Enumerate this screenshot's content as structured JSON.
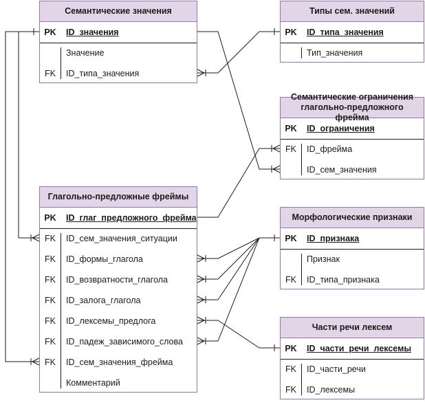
{
  "entities": [
    {
      "title": "Семантические значения",
      "rows": [
        {
          "key": "PK",
          "name": "ID_значения",
          "pk": true
        },
        {
          "key": "",
          "name": "Значение"
        },
        {
          "key": "FK",
          "name": "ID_типа_значения"
        }
      ]
    },
    {
      "title": "Типы сем. значений",
      "rows": [
        {
          "key": "PK",
          "name": "ID_типа_значения",
          "pk": true
        },
        {
          "key": "",
          "name": "Тип_значения"
        }
      ]
    },
    {
      "title": "Семантические ограничения глагольно-предложного фрейма",
      "rows": [
        {
          "key": "PK",
          "name": "ID_ограничения",
          "pk": true
        },
        {
          "key": "FK",
          "name": "ID_фрейма"
        },
        {
          "key": "",
          "name": "ID_сем_значения"
        }
      ]
    },
    {
      "title": "Глагольно-предложные фреймы",
      "rows": [
        {
          "key": "PK",
          "name": "ID_глаг_предложного_фрейма",
          "pk": true
        },
        {
          "key": "FK",
          "name": "ID_сем_значения_ситуации"
        },
        {
          "key": "FK",
          "name": "ID_формы_глагола"
        },
        {
          "key": "FK",
          "name": "ID_возвратности_глагола"
        },
        {
          "key": "FK",
          "name": "ID_залога_глагола"
        },
        {
          "key": "FK",
          "name": "ID_лексемы_предлога"
        },
        {
          "key": "FK",
          "name": "ID_падеж_зависимого_слова"
        },
        {
          "key": "FK",
          "name": "ID_сем_значения_фрейма"
        },
        {
          "key": "",
          "name": "Комментарий"
        }
      ]
    },
    {
      "title": "Морфологические признаки",
      "rows": [
        {
          "key": "PK",
          "name": "ID_признака",
          "pk": true
        },
        {
          "key": "",
          "name": "Признак"
        },
        {
          "key": "FK",
          "name": "ID_типа_признака"
        }
      ]
    },
    {
      "title": "Части речи лексем",
      "rows": [
        {
          "key": "PK",
          "name": "ID_части_речи_лексемы",
          "pk": true
        },
        {
          "key": "FK",
          "name": "ID_части_речи"
        },
        {
          "key": "FK",
          "name": "ID_лексемы"
        }
      ]
    }
  ]
}
